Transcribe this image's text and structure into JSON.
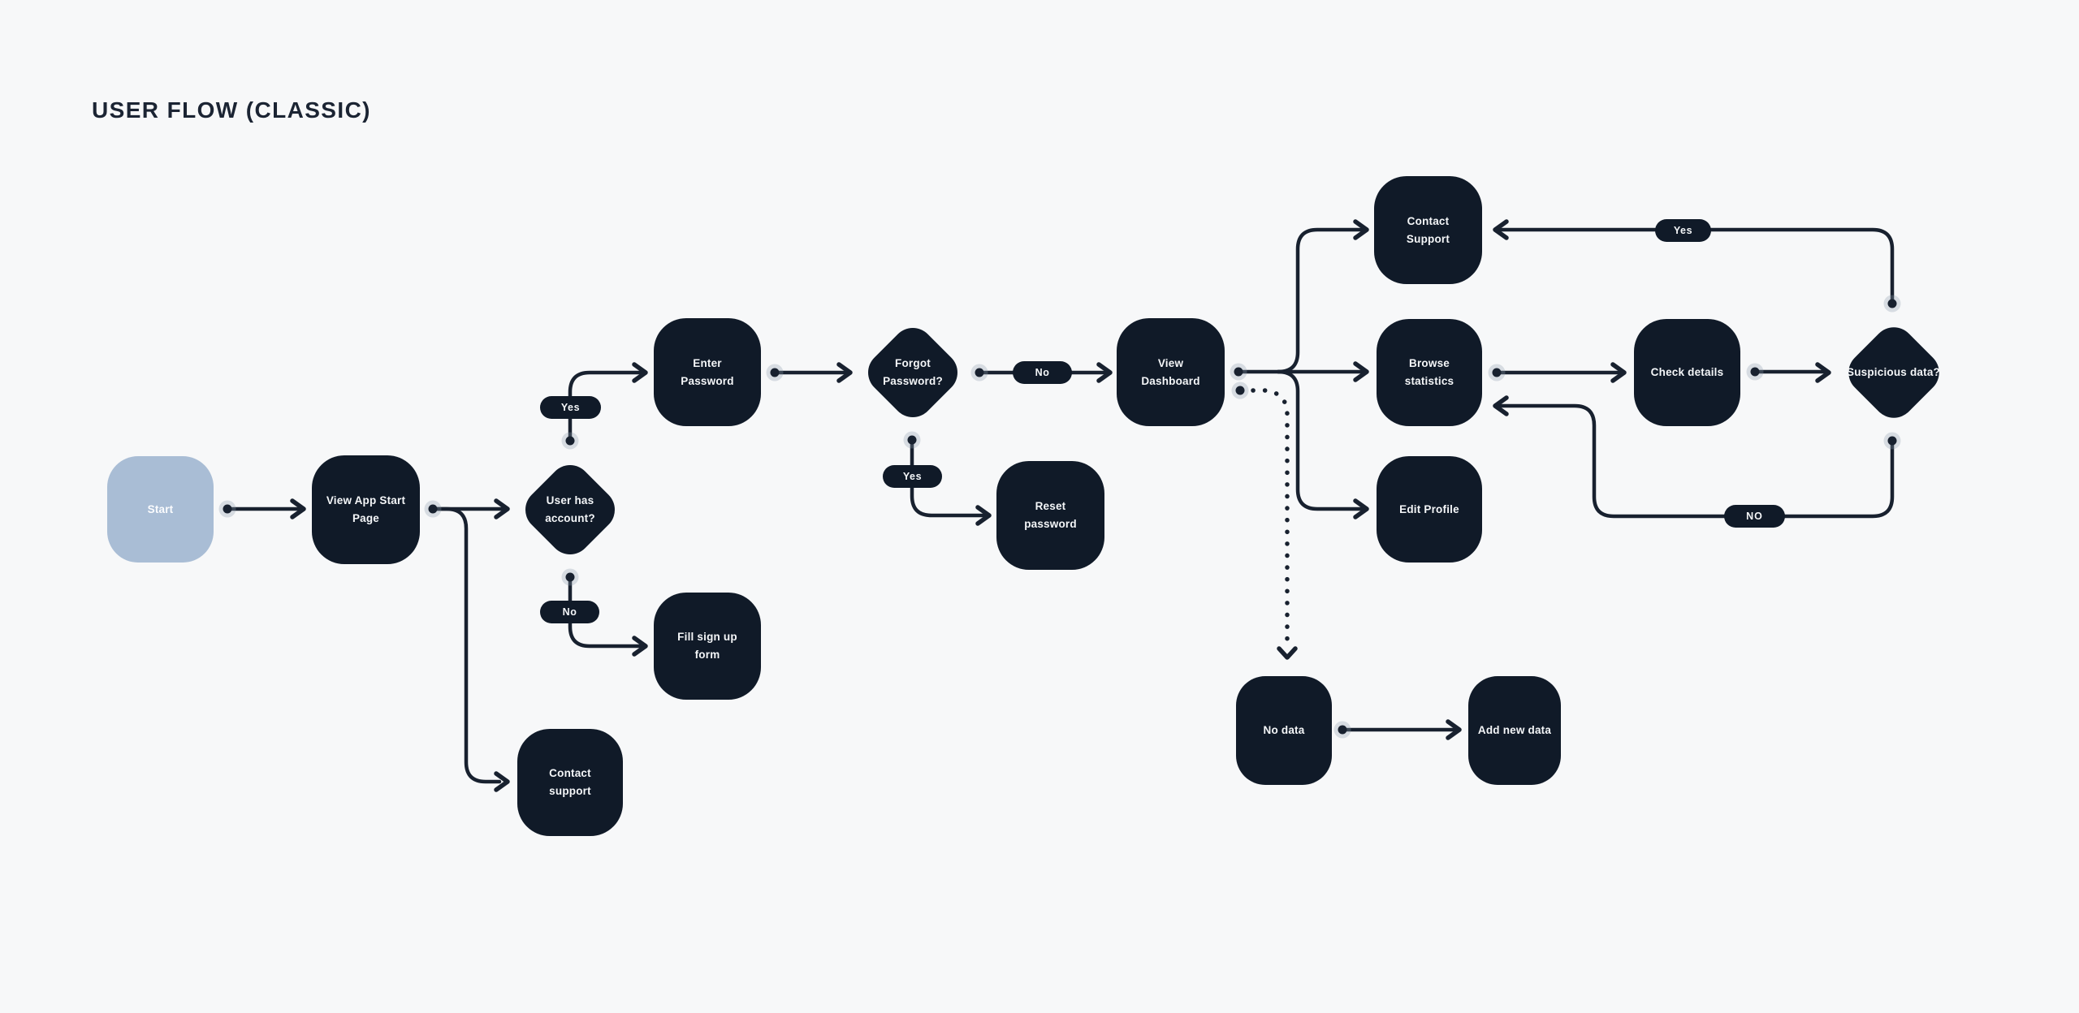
{
  "page": {
    "title": "USER FLOW (CLASSIC)"
  },
  "palette": {
    "background": "#f7f8f9",
    "node_fill": "#101a28",
    "start_node_fill": "#a9bdd5",
    "connector": "#18212f",
    "node_text": "#f4f6f8",
    "title_text": "#1b2433"
  },
  "nodes": [
    {
      "id": "start",
      "label": "Start",
      "shape": "rounded-square",
      "variant": "start"
    },
    {
      "id": "view-app-start-page",
      "label": "View App Start Page",
      "shape": "rounded-square",
      "variant": "dark"
    },
    {
      "id": "user-has-account",
      "label": "User has account?",
      "shape": "diamond",
      "variant": "dark"
    },
    {
      "id": "enter-password",
      "label": "Enter Password",
      "shape": "rounded-square",
      "variant": "dark"
    },
    {
      "id": "forgot-password",
      "label": "Forgot Password?",
      "shape": "diamond",
      "variant": "dark"
    },
    {
      "id": "view-dashboard",
      "label": "View Dashboard",
      "shape": "rounded-square",
      "variant": "dark"
    },
    {
      "id": "contact-support",
      "label": "Contact Support",
      "shape": "rounded-square",
      "variant": "dark"
    },
    {
      "id": "browse-statistics",
      "label": "Browse statistics",
      "shape": "rounded-square",
      "variant": "dark"
    },
    {
      "id": "edit-profile",
      "label": "Edit Profile",
      "shape": "rounded-square",
      "variant": "dark"
    },
    {
      "id": "check-details",
      "label": "Check details",
      "shape": "rounded-square",
      "variant": "dark"
    },
    {
      "id": "suspicious-data",
      "label": "Suspicious data?",
      "shape": "diamond",
      "variant": "dark"
    },
    {
      "id": "reset-password",
      "label": "Reset password",
      "shape": "rounded-square",
      "variant": "dark"
    },
    {
      "id": "fill-sign-up-form",
      "label": "Fill sign up form",
      "shape": "rounded-square",
      "variant": "dark"
    },
    {
      "id": "contact-support-2",
      "label": "Contact support",
      "shape": "rounded-square",
      "variant": "dark"
    },
    {
      "id": "no-data",
      "label": "No data",
      "shape": "rounded-square",
      "variant": "dark"
    },
    {
      "id": "add-new-data",
      "label": "Add new data",
      "shape": "rounded-square",
      "variant": "dark"
    }
  ],
  "pills": [
    {
      "id": "yes-account",
      "label": "Yes"
    },
    {
      "id": "no-account",
      "label": "No"
    },
    {
      "id": "no-forgot",
      "label": "No"
    },
    {
      "id": "yes-forgot",
      "label": "Yes"
    },
    {
      "id": "yes-suspicious",
      "label": "Yes"
    },
    {
      "id": "no-suspicious",
      "label": "NO"
    }
  ],
  "edges": [
    {
      "from": "start",
      "to": "view-app-start-page",
      "style": "solid"
    },
    {
      "from": "view-app-start-page",
      "to": "user-has-account",
      "style": "solid"
    },
    {
      "from": "view-app-start-page",
      "to": "contact-support-2",
      "style": "solid"
    },
    {
      "from": "user-has-account",
      "to": "enter-password",
      "label": "Yes",
      "style": "solid"
    },
    {
      "from": "user-has-account",
      "to": "fill-sign-up-form",
      "label": "No",
      "style": "solid"
    },
    {
      "from": "enter-password",
      "to": "forgot-password",
      "style": "solid"
    },
    {
      "from": "forgot-password",
      "to": "view-dashboard",
      "label": "No",
      "style": "solid"
    },
    {
      "from": "forgot-password",
      "to": "reset-password",
      "label": "Yes",
      "style": "solid"
    },
    {
      "from": "view-dashboard",
      "to": "contact-support",
      "style": "solid"
    },
    {
      "from": "view-dashboard",
      "to": "browse-statistics",
      "style": "solid"
    },
    {
      "from": "view-dashboard",
      "to": "edit-profile",
      "style": "solid"
    },
    {
      "from": "view-dashboard",
      "to": "no-data",
      "style": "dotted"
    },
    {
      "from": "browse-statistics",
      "to": "check-details",
      "style": "solid"
    },
    {
      "from": "check-details",
      "to": "suspicious-data",
      "style": "solid"
    },
    {
      "from": "suspicious-data",
      "to": "contact-support",
      "label": "Yes",
      "style": "solid"
    },
    {
      "from": "suspicious-data",
      "to": "browse-statistics",
      "label": "NO",
      "style": "solid"
    },
    {
      "from": "no-data",
      "to": "add-new-data",
      "style": "solid"
    }
  ]
}
